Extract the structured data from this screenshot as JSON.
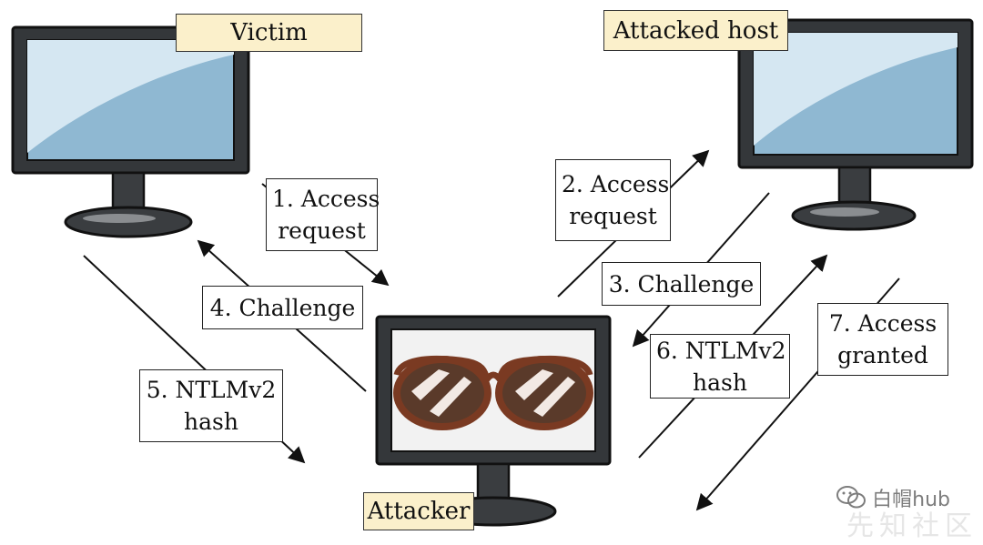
{
  "labels": {
    "victim": "Victim",
    "attacked_host": "Attacked host",
    "attacker": "Attacker"
  },
  "steps": [
    {
      "line1": "1. Access",
      "line2": "request"
    },
    {
      "line1": "2. Access",
      "line2": "request"
    },
    {
      "line1": "3. Challenge"
    },
    {
      "line1": "4. Challenge"
    },
    {
      "line1": "5. NTLMv2",
      "line2": "hash"
    },
    {
      "line1": "6. NTLMv2",
      "line2": "hash"
    },
    {
      "line1": "7. Access",
      "line2": "granted"
    }
  ],
  "watermark": {
    "text": "白帽hub",
    "icon": "wechat-icon",
    "faded_text": "先知社区"
  },
  "colors": {
    "tag_fill": "#fbf0cb",
    "screen_blue": "#8fb8d2",
    "monitor_frame": "#3a3d40",
    "lens_fill": "#5a3a2a",
    "glasses_frame": "#7a3a22"
  }
}
